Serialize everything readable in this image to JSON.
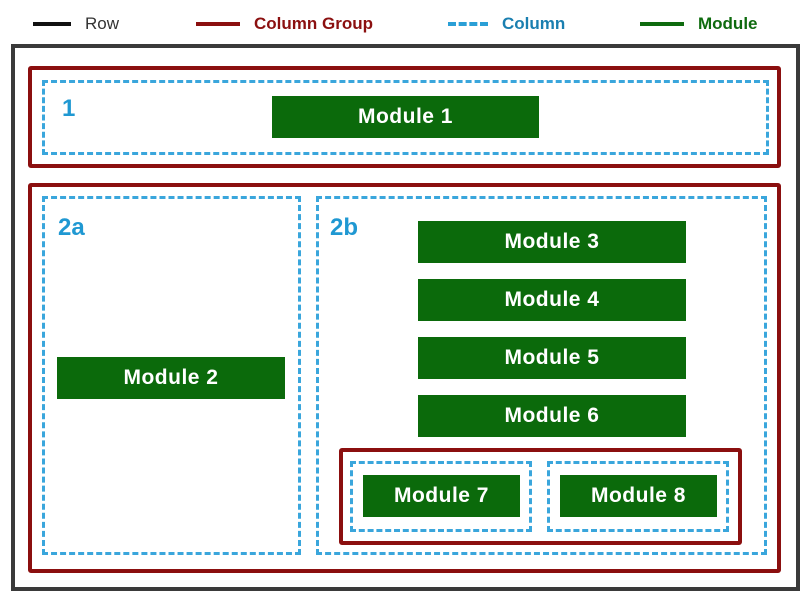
{
  "legend": {
    "row": "Row",
    "column_group": "Column Group",
    "column": "Column",
    "module": "Module"
  },
  "colors": {
    "row": "#3a3a3a",
    "column_group": "#8b0f0f",
    "column": "#3aa6dc",
    "module": "#0b6a0b"
  },
  "section1": {
    "column_label": "1",
    "module_label": "Module 1"
  },
  "section2": {
    "col_a_label": "2a",
    "col_b_label": "2b",
    "module2": "Module 2",
    "module3": "Module 3",
    "module4": "Module 4",
    "module5": "Module 5",
    "module6": "Module 6",
    "module7": "Module 7",
    "module8": "Module 8"
  }
}
